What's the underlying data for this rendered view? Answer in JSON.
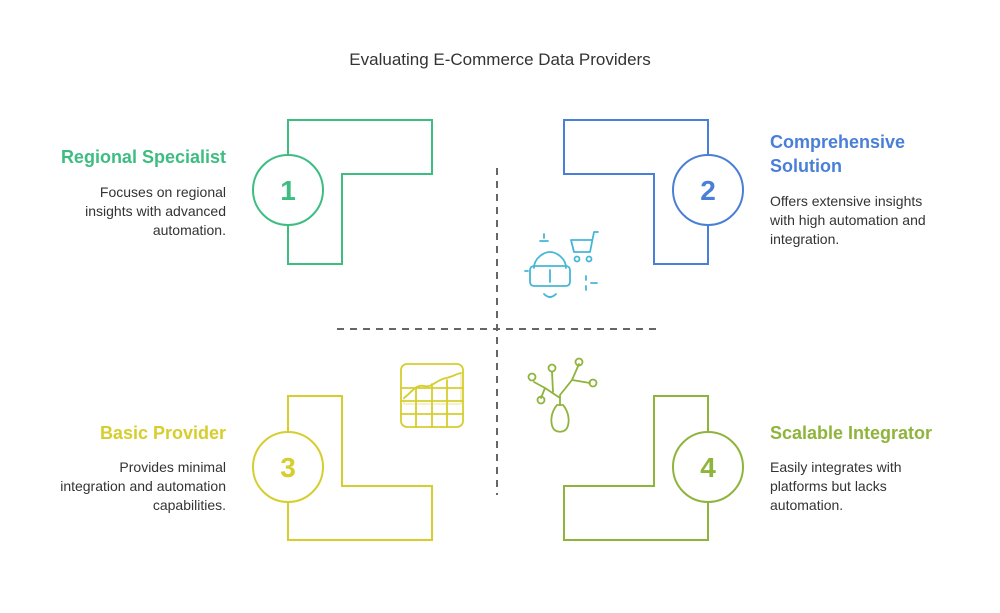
{
  "title": "Evaluating E-Commerce Data Providers",
  "colors": {
    "regional": "#3dbd80",
    "comprehensive": "#4a7fd8",
    "basic": "#d6cd2e",
    "scalable": "#8fb43c",
    "divider": "#666666",
    "icon": "#45b6d6"
  },
  "quadrants": [
    {
      "number": "1",
      "heading": "Regional Specialist",
      "description": "Focuses on regional insights with advanced automation."
    },
    {
      "number": "2",
      "heading": "Comprehensive Solution",
      "description": "Offers extensive insights with high automation and integration."
    },
    {
      "number": "3",
      "heading": "Basic Provider",
      "description": "Provides minimal integration and automation capabilities."
    },
    {
      "number": "4",
      "heading": "Scalable Integrator",
      "description": "Easily integrates with platforms but lacks automation."
    }
  ],
  "icons": [
    "vr-headset-icon",
    "shopping-cart-icon",
    "line-chart-grid-icon",
    "plant-network-icon"
  ]
}
